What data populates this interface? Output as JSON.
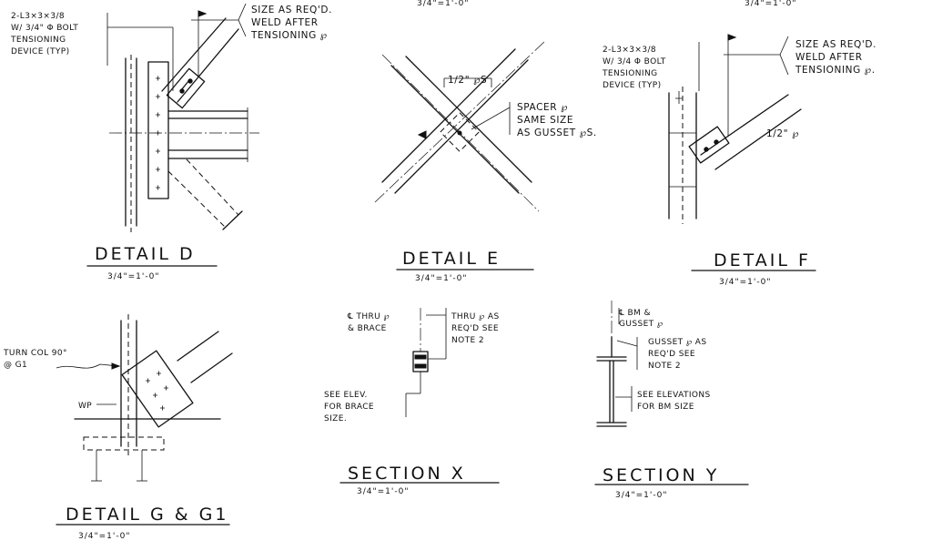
{
  "top_cut": {
    "scale_center": "3/4\"=1'-0\"",
    "scale_right": "3/4\"=1'-0\""
  },
  "detail_d": {
    "title": "DETAIL  D",
    "scale": "3/4\"=1'-0\"",
    "bolt_note": [
      "2-L3×3×3/8",
      "W/ 3/4\" Φ BOLT",
      "TENSIONING",
      "DEVICE (TYP)"
    ],
    "weld_note": [
      "SIZE AS REQ'D.",
      "WELD AFTER",
      "TENSIONING ℘"
    ]
  },
  "detail_e": {
    "title": "DETAIL  E",
    "scale": "3/4\"=1'-0\"",
    "plates_note": "1/2\" ℘S",
    "spacer_note": [
      "SPACER ℘",
      "SAME SIZE",
      "AS GUSSET ℘S."
    ]
  },
  "detail_f": {
    "title": "DETAIL  F",
    "scale": "3/4\"=1'-0\"",
    "bolt_note": [
      "2-L3×3×3/8",
      "W/ 3/4 Φ BOLT",
      "TENSIONING",
      "DEVICE (TYP)"
    ],
    "weld_note": [
      "SIZE AS REQ'D.",
      "WELD AFTER",
      "TENSIONING ℘."
    ],
    "plate_note": "1/2\" ℘"
  },
  "detail_g": {
    "title": "DETAIL  G & G1",
    "scale": "3/4\"=1'-0\"",
    "turn_note": [
      "TURN COL 90°",
      "@ G1"
    ],
    "wp_label": "WP"
  },
  "section_x": {
    "title": "SECTION  X",
    "scale": "3/4\"=1'-0\"",
    "thru_brace_note": [
      "℄ THRU ℘",
      "& BRACE"
    ],
    "thru_plate_note": [
      "THRU ℘ AS",
      "REQ'D SEE",
      "NOTE 2"
    ],
    "see_elev_note": [
      "SEE ELEV.",
      "FOR BRACE",
      "SIZE."
    ]
  },
  "section_y": {
    "title": "SECTION  Y",
    "scale": "3/4\"=1'-0\"",
    "cl_note": [
      "℄ BM &",
      "GUSSET ℘"
    ],
    "gusset_note": [
      "GUSSET ℘ AS",
      "REQ'D SEE",
      "NOTE 2"
    ],
    "elev_note": [
      "SEE ELEVATIONS",
      "FOR BM SIZE"
    ]
  }
}
